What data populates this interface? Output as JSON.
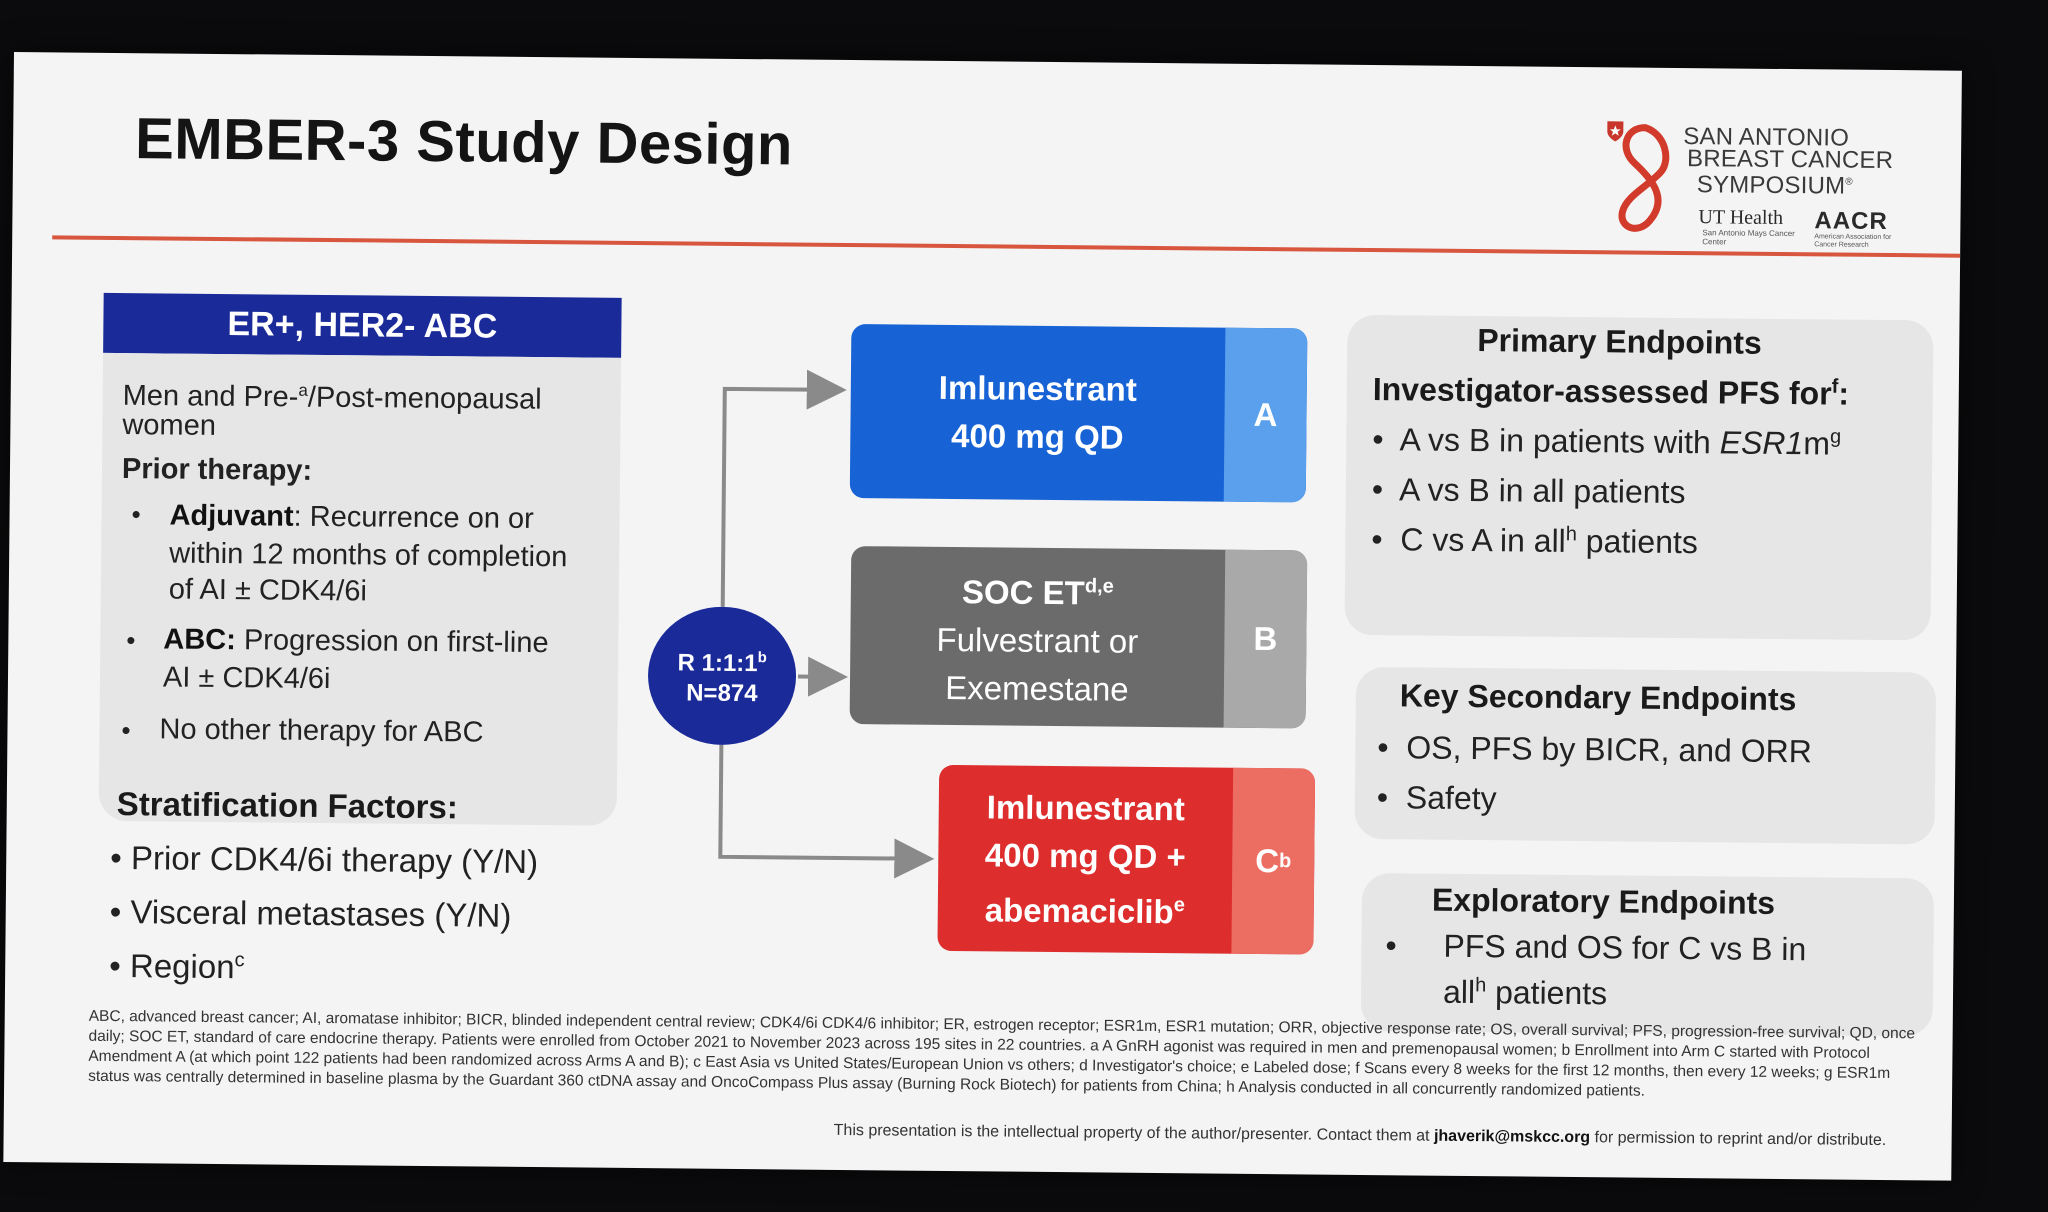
{
  "title": "EMBER-3 Study Design",
  "logo": {
    "sabcs_line1": "SAN ANTONIO",
    "sabcs_line2": "BREAST CANCER",
    "sabcs_line3": "SYMPOSIUM",
    "sabcs_mark": "®",
    "uthealth": "UT Health",
    "uthealth_sub": "San Antonio Mays Cancer Center",
    "aacr": "AACR",
    "aacr_sub": "American Association for Cancer Research"
  },
  "population": {
    "header": "ER+, HER2- ABC",
    "line1": "Men and Pre-",
    "line1_sup": "a",
    "line1_rest": "/Post-menopausal",
    "line2": "women",
    "prior_title": "Prior therapy:",
    "adjuvant_label": "Adjuvant",
    "adjuvant_text1": ": Recurrence on or",
    "adjuvant_text2": "within 12 months of completion",
    "adjuvant_text3": "of AI ± CDK4/6i",
    "abc_label": "ABC:",
    "abc_text1": " Progression on first-line",
    "abc_text2": "AI ± CDK4/6i",
    "no_other": "No other therapy for ABC"
  },
  "stratification": {
    "title": "Stratification Factors:",
    "items": [
      "Prior CDK4/6i therapy (Y/N)",
      "Visceral metastases (Y/N)",
      "Region"
    ],
    "region_sup": "c"
  },
  "randomization": {
    "ratio": "R 1:1:1",
    "ratio_sup": "b",
    "n": "N=874"
  },
  "arms": {
    "a": {
      "line1": "Imlunestrant",
      "line2": "400 mg QD",
      "tag": "A"
    },
    "b": {
      "line1": "SOC ET",
      "line1_sup": "d,e",
      "line2": "Fulvestrant or",
      "line3": "Exemestane",
      "tag": "B"
    },
    "c": {
      "line1": "Imlunestrant",
      "line2": "400 mg QD +",
      "line3": "abemaciclib",
      "line3_sup": "e",
      "tag": "C",
      "tag_sup": "b"
    }
  },
  "primary": {
    "title": "Primary Endpoints",
    "subtitle": "Investigator-assessed PFS for",
    "subtitle_sup": "f",
    "subtitle_end": ":",
    "item1_pre": "A vs B in patients with ",
    "item1_em": "ESR1",
    "item1_post": "m",
    "item1_sup": "g",
    "item2": "A vs B in all patients",
    "item3_pre": "C vs A in all",
    "item3_sup": "h",
    "item3_post": " patients"
  },
  "secondary": {
    "title": "Key Secondary Endpoints",
    "item1": "OS, PFS by BICR, and ORR",
    "item2": "Safety"
  },
  "exploratory": {
    "title": "Exploratory Endpoints",
    "line1": "PFS and OS for C vs B in",
    "line2_pre": "all",
    "line2_sup": "h",
    "line2_post": " patients"
  },
  "footnote": "ABC, advanced breast cancer; AI, aromatase inhibitor; BICR, blinded independent central review; CDK4/6i CDK4/6 inhibitor; ER, estrogen receptor; ESR1m, ESR1 mutation; ORR, objective response rate; OS, overall survival; PFS, progression-free survival; QD, once daily; SOC ET, standard of care endocrine therapy. Patients were enrolled from October 2021 to November 2023 across 195 sites in 22 countries. a A GnRH agonist was required in men and premenopausal women; b Enrollment into Arm C started with Protocol Amendment A (at which point 122 patients had been randomized across Arms A and B); c East Asia vs United States/European Union vs others; d Investigator's choice; e Labeled dose; f Scans every 8 weeks for the first 12 months, then every 12 weeks; g ESR1m status was centrally determined in baseline plasma by the Guardant 360 ctDNA assay and OncoCompass Plus assay (Burning Rock Biotech) for patients from China; h Analysis conducted in all concurrently randomized patients.",
  "copyright_pre": "This presentation is the intellectual property of the author/presenter. Contact them at ",
  "copyright_email": "jhaverik@mskcc.org",
  "copyright_post": " for permission to reprint and/or distribute.",
  "colors": {
    "navy": "#1a2a99",
    "arm_a": "#1763d6",
    "arm_b": "#6b6b6b",
    "arm_c": "#dd2d2d",
    "rule": "#d8553e"
  }
}
